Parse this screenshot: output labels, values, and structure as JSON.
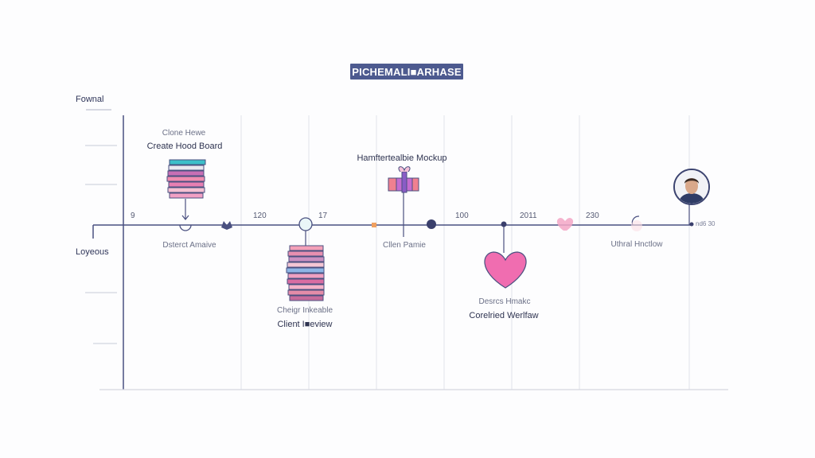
{
  "title": "PICHEMALI■ARHASE",
  "axis_labels": {
    "top": "Fownal",
    "middle": "Loyeous"
  },
  "tick_numbers": [
    "9",
    "120",
    "17",
    "100",
    "2011",
    "230"
  ],
  "milestones": [
    {
      "small": "Clone Hewe",
      "label": "Create Hood Board"
    },
    {
      "small": "Dsterct Amaive",
      "label": ""
    },
    {
      "small": "Cheigr Inkeable",
      "label": "Client I■eview"
    },
    {
      "small": "",
      "label": "Hamftertealbie Mockup"
    },
    {
      "small": "Cllen Pamie",
      "label": ""
    },
    {
      "small": "Desrcs Hmakc",
      "label": "Corelried Werlfaw"
    },
    {
      "small": "Uthral Hnctlow",
      "label": ""
    }
  ],
  "end_note": "nd6 30",
  "icons": [
    "book-stack-icon",
    "heart-icon",
    "gift-box-icon",
    "user-avatar-icon",
    "check-heart-icon"
  ],
  "colors": {
    "axis": "#4a5080",
    "badge": "#4d5a8f",
    "pink": "#f06db0",
    "orange": "#f0a060",
    "teal": "#3bb8c4"
  }
}
